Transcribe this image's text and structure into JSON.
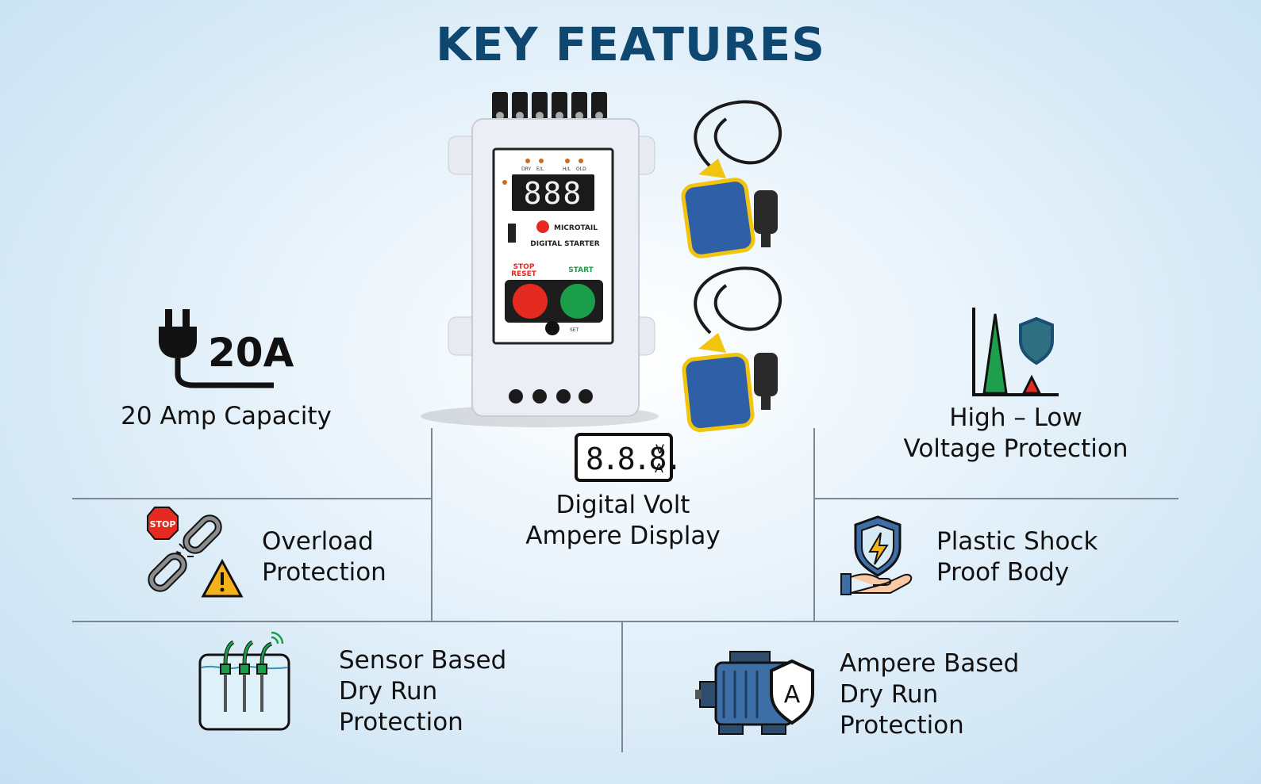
{
  "title": "KEY FEATURES",
  "features": [
    {
      "id": "capacity",
      "icon": "power-plug-icon",
      "badge": "20A",
      "lines": [
        "20 Amp Capacity"
      ]
    },
    {
      "id": "display",
      "icon": "digital-display-icon",
      "display_digits": "8.8.8.",
      "display_units": [
        "V",
        "A"
      ],
      "lines": [
        "Digital Volt",
        "Ampere Display"
      ]
    },
    {
      "id": "voltage",
      "icon": "voltage-shield-chart-icon",
      "lines": [
        "High – Low",
        "Voltage Protection"
      ]
    },
    {
      "id": "overload",
      "icon": "broken-chain-stop-icon",
      "badge": "STOP",
      "lines": [
        "Overload",
        "Protection"
      ]
    },
    {
      "id": "shockproof",
      "icon": "hand-shield-bolt-icon",
      "lines": [
        "Plastic Shock",
        "Proof Body"
      ]
    },
    {
      "id": "sensor",
      "icon": "water-sensor-icon",
      "lines": [
        "Sensor Based",
        "Dry Run",
        "Protection"
      ]
    },
    {
      "id": "ampere",
      "icon": "motor-shield-icon",
      "badge": "A",
      "lines": [
        "Ampere Based",
        "Dry Run",
        "Protection"
      ]
    }
  ],
  "product": {
    "brand": "MICROTAIL",
    "model": "DIGITAL STARTER",
    "display_digits": "888",
    "stop_label": "STOP\nRESET",
    "start_label": "START",
    "set_label": "SET",
    "leds": [
      "DRY",
      "E/L",
      "H/L",
      "OLD"
    ]
  },
  "colors": {
    "title": "#0e4870",
    "stop_button": "#e52b21",
    "start_button": "#1a9e49",
    "float_switch": "#2f5fa6",
    "float_cap": "#f1c40f"
  }
}
